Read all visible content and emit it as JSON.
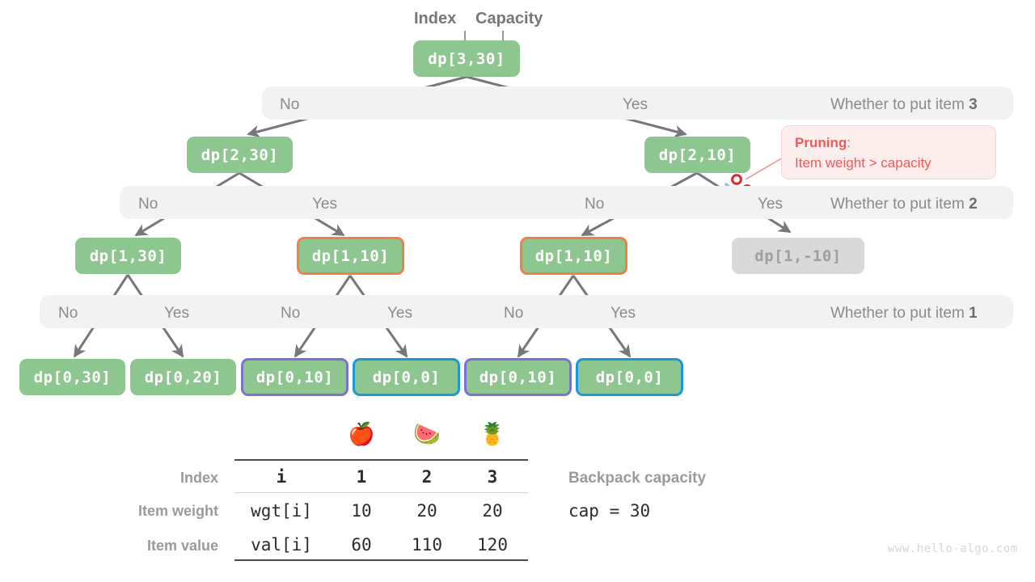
{
  "header": {
    "index_label": "Index",
    "capacity_label": "Capacity"
  },
  "tree": {
    "root": {
      "label": "dp[3,30]"
    },
    "level2": [
      {
        "label": "dp[2,30]"
      },
      {
        "label": "dp[2,10]"
      }
    ],
    "level3": [
      {
        "label": "dp[1,30]",
        "style": "plain"
      },
      {
        "label": "dp[1,10]",
        "style": "orange"
      },
      {
        "label": "dp[1,10]",
        "style": "orange"
      },
      {
        "label": "dp[1,-10]",
        "style": "grey"
      }
    ],
    "leaves": [
      {
        "label": "dp[0,30]",
        "style": "plain"
      },
      {
        "label": "dp[0,20]",
        "style": "plain"
      },
      {
        "label": "dp[0,10]",
        "style": "purple"
      },
      {
        "label": "dp[0,0]",
        "style": "blue"
      },
      {
        "label": "dp[0,10]",
        "style": "purple"
      },
      {
        "label": "dp[0,0]",
        "style": "blue"
      }
    ]
  },
  "bands": [
    {
      "question": "Whether to put item ",
      "question_num": "3",
      "choices": [
        "No",
        "Yes"
      ]
    },
    {
      "question": "Whether to put item ",
      "question_num": "2",
      "choices": [
        "No",
        "Yes",
        "No",
        "Yes"
      ]
    },
    {
      "question": "Whether to put item ",
      "question_num": "1",
      "choices": [
        "No",
        "Yes",
        "No",
        "Yes",
        "No",
        "Yes"
      ]
    }
  ],
  "pruning": {
    "title": "Pruning",
    "colon": ":",
    "detail": "Item weight > capacity",
    "icon": "scissors-icon",
    "color": "#ec5a5a"
  },
  "table": {
    "items": [
      "apple-emoji",
      "watermelon-emoji",
      "pineapple-emoji"
    ],
    "item_glyphs": [
      "🍎",
      "🍉",
      "🍍"
    ],
    "row_labels": [
      "Index",
      "Item weight",
      "Item value"
    ],
    "var_names": [
      "i",
      "wgt[i]",
      "val[i]"
    ],
    "rows": [
      [
        "1",
        "2",
        "3"
      ],
      [
        "10",
        "20",
        "20"
      ],
      [
        "60",
        "110",
        "120"
      ]
    ]
  },
  "capacity": {
    "title": "Backpack capacity",
    "value": "cap = 30"
  },
  "watermark": "www.hello-algo.com",
  "colors": {
    "node_green": "#8ec68f",
    "orange": "#f07f4a",
    "purple": "#7b72cf",
    "blue": "#1e96d8",
    "grey_node": "#d9d9d9",
    "band": "#f2f2f2",
    "edge": "#777777",
    "prune_red": "#ec5a5a"
  }
}
